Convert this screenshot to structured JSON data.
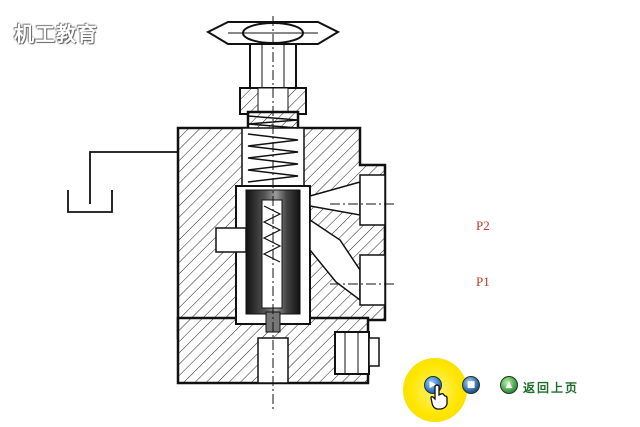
{
  "watermark": {
    "text": "机工教育"
  },
  "ports": {
    "p2": "P2",
    "p1": "P1"
  },
  "nav": {
    "prev_icon": "play-icon",
    "stop_icon": "stop-icon",
    "back_icon": "up-triangle-icon",
    "back_label": "返回上页"
  },
  "colors": {
    "highlight": "#ffe600",
    "port_label": "#c0392b",
    "back_label": "#1f6e2b",
    "spool": "#3a3a3a"
  }
}
